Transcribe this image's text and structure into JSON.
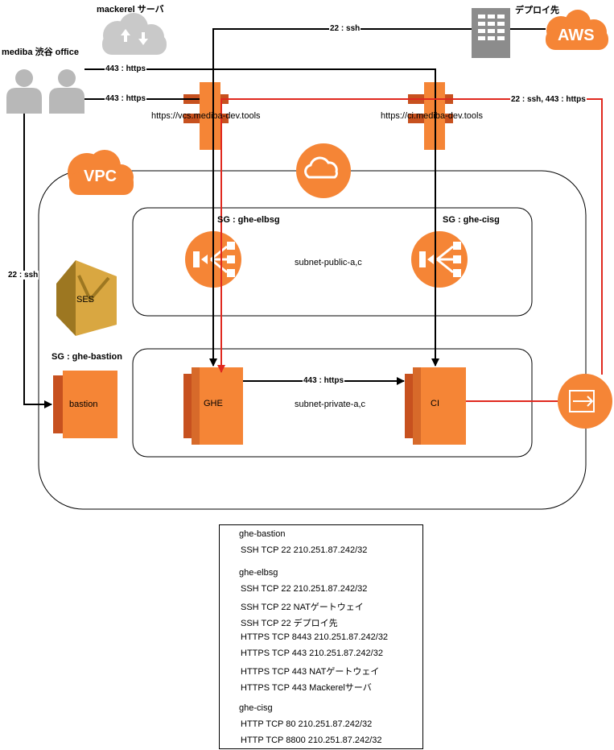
{
  "labels": {
    "mackerel": "mackerel サーバ",
    "office": "mediba 渋谷 office",
    "deploy": "デプロイ先",
    "aws": "AWS",
    "vpc": "VPC",
    "vcs_url": "https://vcs.mediba-dev.tools",
    "ci_url": "https://ci.mediba-dev.tools",
    "sg_elb": "SG : ghe-elbsg",
    "sg_ci": "SG : ghe-cisg",
    "sg_bastion": "SG : ghe-bastion",
    "subnet_public": "subnet-public-a,c",
    "subnet_private": "subnet-private-a,c",
    "ses": "SES",
    "bastion": "bastion",
    "ghe": "GHE",
    "ci": "CI"
  },
  "edges": {
    "ssh_top": "22 : ssh",
    "https_1": "443 : https",
    "https_2": "443 : https",
    "ssh_https": "22 : ssh, 443 : https",
    "ssh_left": "22 : ssh",
    "https_mid": "443 : https"
  },
  "legend": {
    "rows": [
      "ghe-bastion",
      "SSH TCP 22 210.251.87.242/32",
      "ghe-elbsg",
      "SSH TCP 22 210.251.87.242/32",
      "SSH TCP 22 NATゲートウェイ",
      "SSH TCP 22 デプロイ先",
      "HTTPS TCP 8443 210.251.87.242/32",
      "HTTPS TCP 443 210.251.87.242/32",
      "HTTPS TCP 443 NATゲートウェイ",
      "HTTPS TCP 443 Mackerelサーバ",
      "ghe-cisg",
      "HTTP TCP 80 210.251.87.242/32",
      "HTTP TCP 8800 210.251.87.242/32"
    ]
  },
  "colors": {
    "aws_orange": "#f58536",
    "dark_orange": "#c7511f",
    "ses_gold": "#d9a741",
    "grey_icon": "#b8b8b8",
    "red_line": "#e0291f",
    "black_line": "#000000"
  }
}
